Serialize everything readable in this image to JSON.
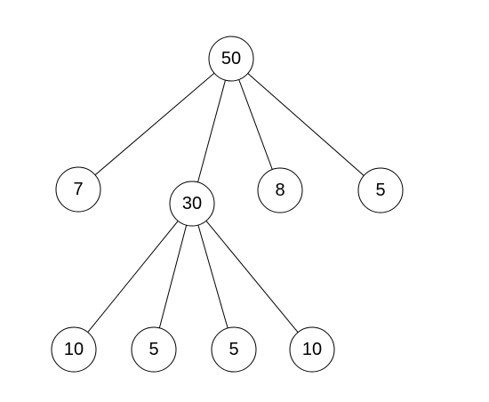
{
  "tree": {
    "nodes": [
      {
        "id": "n50",
        "label": "50"
      },
      {
        "id": "n7",
        "label": "7"
      },
      {
        "id": "n30",
        "label": "30"
      },
      {
        "id": "n8",
        "label": "8"
      },
      {
        "id": "n5a",
        "label": "5"
      },
      {
        "id": "n10a",
        "label": "10"
      },
      {
        "id": "n5b",
        "label": "5"
      },
      {
        "id": "n5c",
        "label": "5"
      },
      {
        "id": "n10b",
        "label": "10"
      }
    ],
    "edges": [
      {
        "from": "n50",
        "to": "n7"
      },
      {
        "from": "n50",
        "to": "n30"
      },
      {
        "from": "n50",
        "to": "n8"
      },
      {
        "from": "n50",
        "to": "n5a"
      },
      {
        "from": "n30",
        "to": "n10a"
      },
      {
        "from": "n30",
        "to": "n5b"
      },
      {
        "from": "n30",
        "to": "n5c"
      },
      {
        "from": "n30",
        "to": "n10b"
      }
    ]
  }
}
